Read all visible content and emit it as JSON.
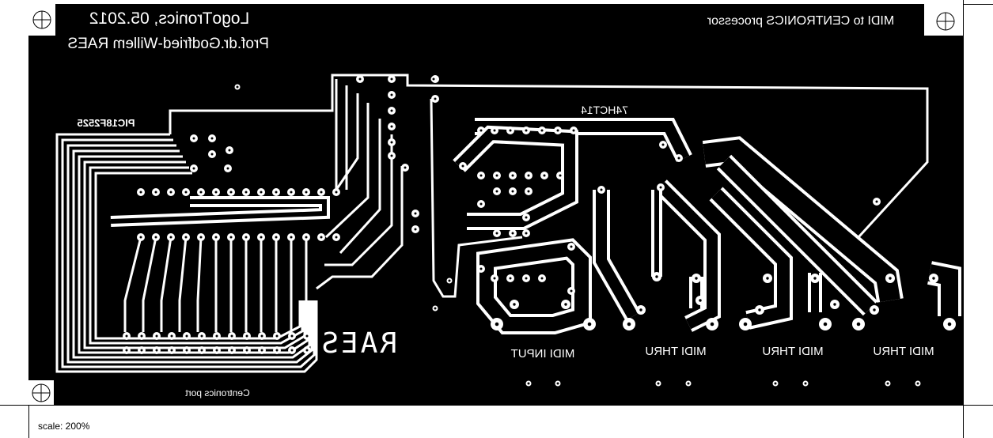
{
  "board": {
    "title": "LogoTronics, 05.2012",
    "author": "Prof.dr.Godfried-Willem RAES",
    "project": "MIDI to CENTRONICS processor",
    "mcu_label": "PIC18F2525",
    "ic_label": "74HCT14",
    "signature": "RAES",
    "connector_label": "Centronics port",
    "jacks": [
      "MIDI INPUT",
      "MIDI THRU",
      "MIDI THRU",
      "MIDI THRU"
    ],
    "mirrored": true
  },
  "footer": {
    "scale": "scale: 200%"
  },
  "colors": {
    "copper": "#ffffff",
    "substrate": "#000000"
  }
}
